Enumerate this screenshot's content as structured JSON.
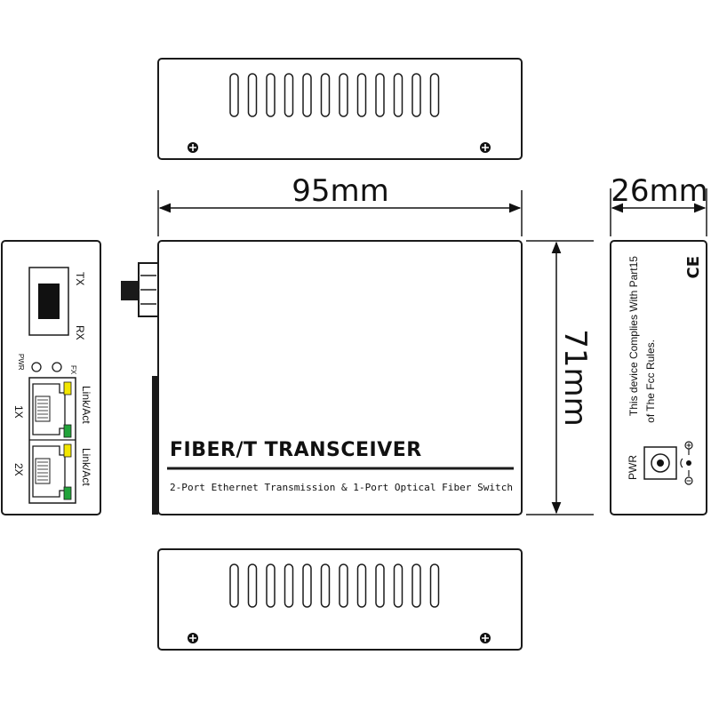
{
  "dimensions": {
    "width_label": "95mm",
    "height_label": "71mm",
    "depth_label": "26mm"
  },
  "front_panel": {
    "title": "FIBER/T TRANSCEIVER",
    "subtitle": "2-Port Ethernet Transmission & 1-Port Optical Fiber Switch"
  },
  "port_panel": {
    "tx_label": "TX",
    "rx_label": "RX",
    "pwr_led_label": "PWR",
    "fx_led_label": "FX",
    "port1_label": "1X",
    "port2_label": "2X",
    "port1_link_label": "Link/Act",
    "port2_link_label": "Link/Act",
    "led_colors": {
      "link": "#f2e600",
      "act": "#22a33a"
    }
  },
  "side_panel": {
    "compliance_line1": "This device Complies With Part15",
    "compliance_line2": "of The Fcc Rules.",
    "ce_mark": "CE",
    "pwr_label": "PWR"
  }
}
